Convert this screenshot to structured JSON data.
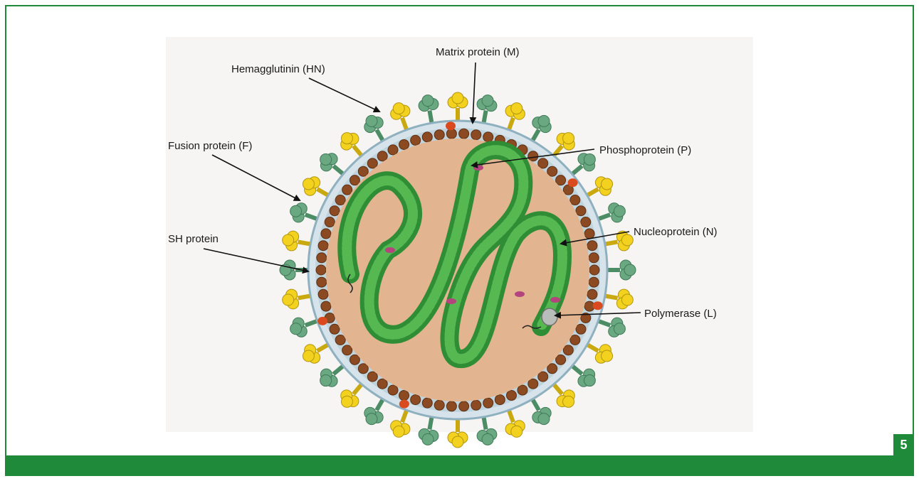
{
  "colors": {
    "accent_green": "#1e8a3a",
    "capsid_fill": "#e2b48f",
    "nucleocapsid_green": "#3ea33f",
    "hn_color": "#6aa882",
    "f_color": "#f2d21e",
    "matrix_brown": "#8b4a22",
    "sh_red": "#d94b1f",
    "membrane_blue": "#bfd3dd"
  },
  "page_number": "5",
  "labels": {
    "matrix": "Matrix protein (M)",
    "hemagglutinin": "Hemagglutinin (HN)",
    "fusion": "Fusion protein (F)",
    "phospho": "Phosphoprotein  (P)",
    "nucleo": "Nucleoprotein  (N)",
    "sh": "SH protein",
    "polymerase": "Polymerase  (L)"
  }
}
